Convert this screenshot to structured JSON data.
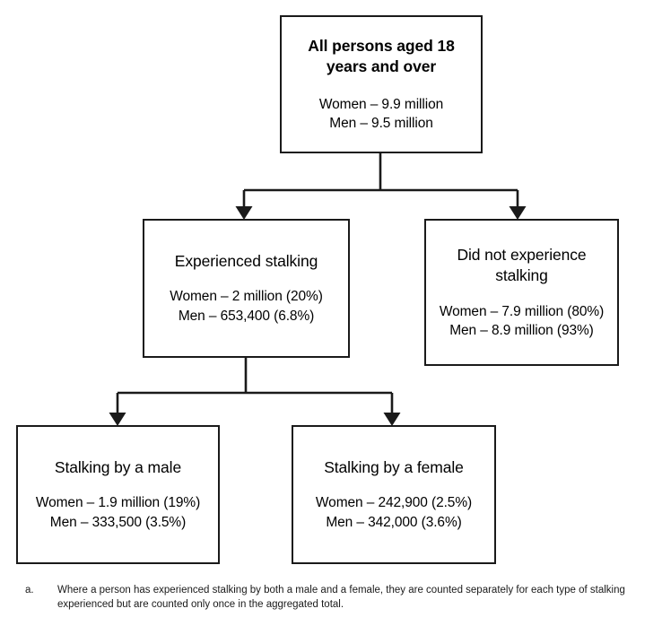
{
  "diagram": {
    "type": "flowchart",
    "nodes": [
      {
        "id": "all-persons",
        "title": "All persons aged 18\nyears and over",
        "stats": "Women – 9.9 million\nMen – 9.5 million",
        "bold": true
      },
      {
        "id": "experienced",
        "title": "Experienced stalking",
        "stats": "Women – 2 million (20%)\nMen – 653,400 (6.8%)",
        "bold": false
      },
      {
        "id": "not-experienced",
        "title": "Did not experience\nstalking",
        "stats": "Women – 7.9 million (80%)\nMen – 8.9 million (93%)",
        "bold": false
      },
      {
        "id": "stalking-by-male",
        "title": "Stalking by a male",
        "stats": "Women – 1.9 million (19%)\nMen – 333,500 (3.5%)",
        "bold": false
      },
      {
        "id": "stalking-by-female",
        "title": "Stalking by a female",
        "stats": "Women – 242,900 (2.5%)\nMen – 342,000 (3.6%)",
        "bold": false
      }
    ],
    "edges": [
      {
        "from": "all-persons",
        "to": "experienced"
      },
      {
        "from": "all-persons",
        "to": "not-experienced"
      },
      {
        "from": "experienced",
        "to": "stalking-by-male"
      },
      {
        "from": "experienced",
        "to": "stalking-by-female"
      }
    ],
    "line_color": "#1a1a1a"
  },
  "footnote": {
    "marker": "a.",
    "text": "Where a person has experienced stalking by both a male and a female, they are counted separately for each type of stalking experienced but are counted only once in the aggregated total."
  }
}
